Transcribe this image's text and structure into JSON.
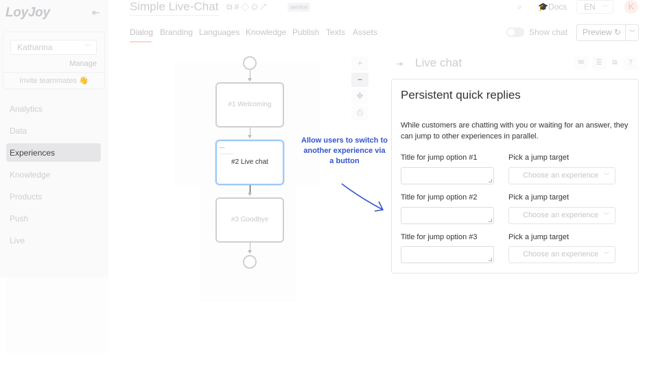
{
  "sidebar": {
    "logo": "LoyJoy",
    "collapse_icon": "⇤",
    "user_select": "Katharina",
    "manage_label": "Manage",
    "invite_label": "Invite teammates 👋",
    "items": [
      {
        "label": "Analytics"
      },
      {
        "label": "Data"
      },
      {
        "label": "Experiences",
        "active": true
      },
      {
        "label": "Knowledge"
      },
      {
        "label": "Products"
      },
      {
        "label": "Push"
      },
      {
        "label": "Live"
      }
    ]
  },
  "header": {
    "title": "Simple Live-Chat",
    "badge": "service",
    "search_icon": "⌕",
    "docs_label": "Docs",
    "language": "EN",
    "avatar_initial": "K",
    "tabs": [
      {
        "label": "Dialog",
        "active": true
      },
      {
        "label": "Branding"
      },
      {
        "label": "Languages"
      },
      {
        "label": "Knowledge"
      },
      {
        "label": "Publish"
      },
      {
        "label": "Texts"
      },
      {
        "label": "Assets"
      }
    ],
    "show_chat_label": "Show chat",
    "preview_label": "Preview ↻"
  },
  "canvas": {
    "nodes": [
      {
        "label": "#1 Welcoming"
      },
      {
        "label": "#2 Live chat",
        "active": true,
        "menu": "..."
      },
      {
        "label": "#3 Goodbye"
      }
    ],
    "zoom_controls": [
      "+",
      "−",
      "✥",
      "⎙"
    ],
    "annotation": "Allow users to switch to another experience via a button"
  },
  "panel": {
    "title": "Live chat",
    "card_title": "Persistent quick replies",
    "description": "While customers are chatting with you or waiting for an answer, they can jump to other experiences in parallel.",
    "jump_options": [
      {
        "title_label": "Title for jump option #1",
        "title_value": "",
        "target_label": "Pick a jump target",
        "target_placeholder": "Choose an experience"
      },
      {
        "title_label": "Title for jump option #2",
        "title_value": "",
        "target_label": "Pick a jump target",
        "target_placeholder": "Choose an experience"
      },
      {
        "title_label": "Title for jump option #3",
        "title_value": "",
        "target_label": "Pick a jump target",
        "target_placeholder": "Choose an experience"
      }
    ]
  },
  "colors": {
    "accent": "#f9d6c8",
    "annotation": "#3355cc",
    "active_node_border": "#9ec9f7"
  }
}
